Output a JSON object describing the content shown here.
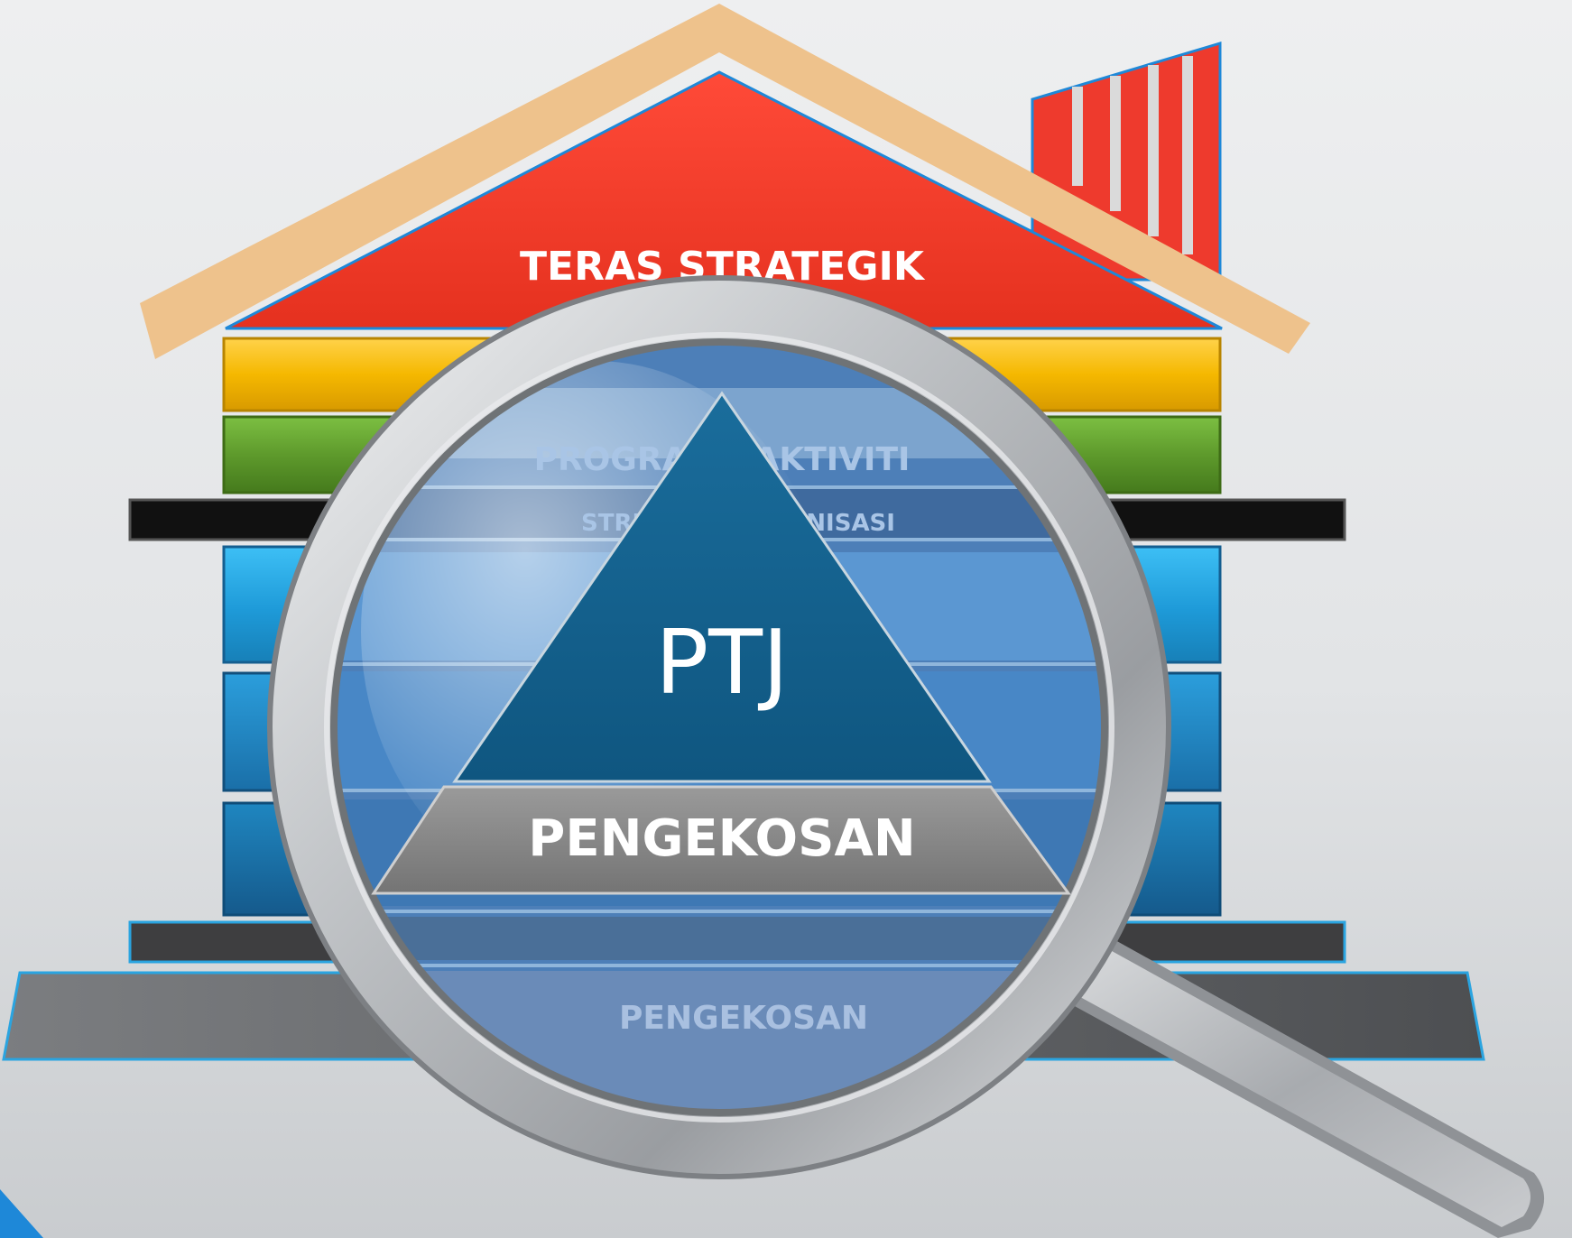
{
  "diagram": {
    "roof_label": "TERAS STRATEGIK",
    "layer_program": "PROGRAM / AKTIVITI",
    "layer_struktur": "STRUKTUR ORGANISASI",
    "base_label": "PENGEKOSAN",
    "pyramid_top": "PTJ",
    "pyramid_base": "PENGEKOSAN"
  },
  "colors": {
    "roof_trim": "#eec28c",
    "roof": "#f23b2c",
    "chimney": "#ee3a2d",
    "yellow_band": "#f5b800",
    "green_band": "#5e9a2c",
    "black_bar": "#111111",
    "blue_band": "#2aa9e6",
    "dark_bar": "#3e3e40",
    "base_slab": "#6b6d70",
    "pyramid_top": "#12608c",
    "pyramid_base": "#8a8a8a",
    "lens_glass": "#4a7fb8",
    "magnifier_rim": "#b9bcbf",
    "corner_accent": "#1e88d8"
  }
}
